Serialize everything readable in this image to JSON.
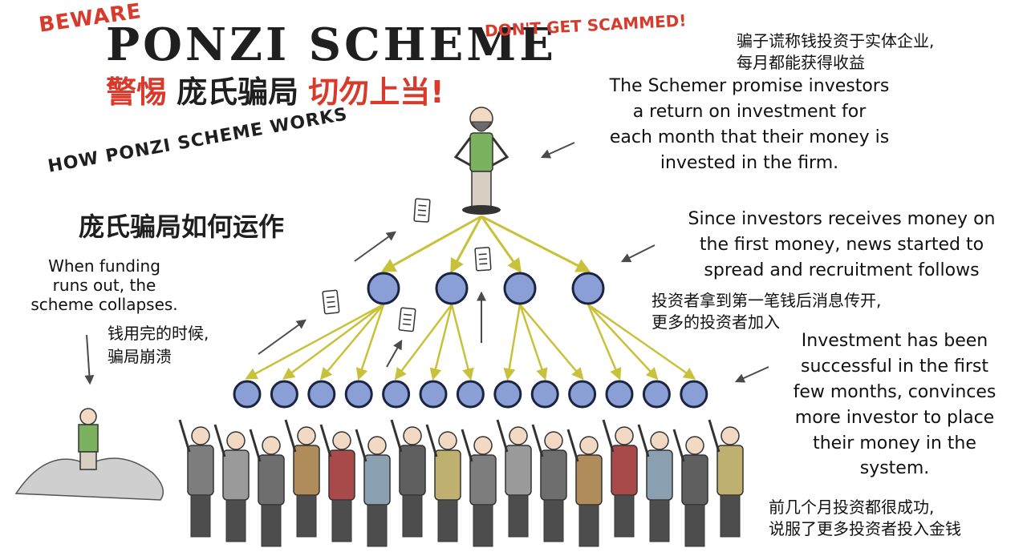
{
  "header": {
    "beware": "BEWARE",
    "title": "PONZI SCHEME",
    "dont_get_scammed": "DON'T GET SCAMMED!",
    "cn_headline": {
      "part1": "警惕",
      "part2": "庞氏骗局",
      "part3": "切勿上当!"
    }
  },
  "left": {
    "how_it_works": "HOW PONZI SCHEME WORKS",
    "how_it_works_cn": "庞氏骗局如何运作",
    "collapse_en": [
      "When funding",
      "runs out, the",
      "scheme collapses."
    ],
    "collapse_cn": [
      "钱用完的时候,",
      "骗局崩溃"
    ]
  },
  "right": {
    "promise_cn": [
      "骗子谎称钱投资于实体企业,",
      "每月都能获得收益"
    ],
    "promise_en": [
      "The Schemer promise investors",
      "a return on investment for",
      "each month that their money is",
      "invested in the firm."
    ],
    "recruit_en": [
      "Since investors receives money on",
      "the first money, news started to",
      "spread and recruitment follows"
    ],
    "recruit_cn": [
      "投资者拿到第一笔钱后消息传开,",
      "更多的投资者加入"
    ],
    "success_en": [
      "Investment has been",
      "successful in the first",
      "few months, convinces",
      "more investor to place",
      "their money in the",
      "system."
    ],
    "success_cn": [
      "前几个月投资都很成功,",
      "说服了更多投资者投入金钱"
    ]
  },
  "diagram": {
    "levels": [
      {
        "name": "schemer",
        "count": 1
      },
      {
        "name": "first-investors",
        "count": 4
      },
      {
        "name": "second-investors",
        "count": 13
      }
    ]
  },
  "colors": {
    "red": "#d83a2c",
    "node_fill": "#8a9fd6",
    "node_stroke": "#1b2440",
    "arrow_yellow": "#c9c13a",
    "shirt_green": "#7ab25f",
    "text": "#1b1b1b"
  }
}
